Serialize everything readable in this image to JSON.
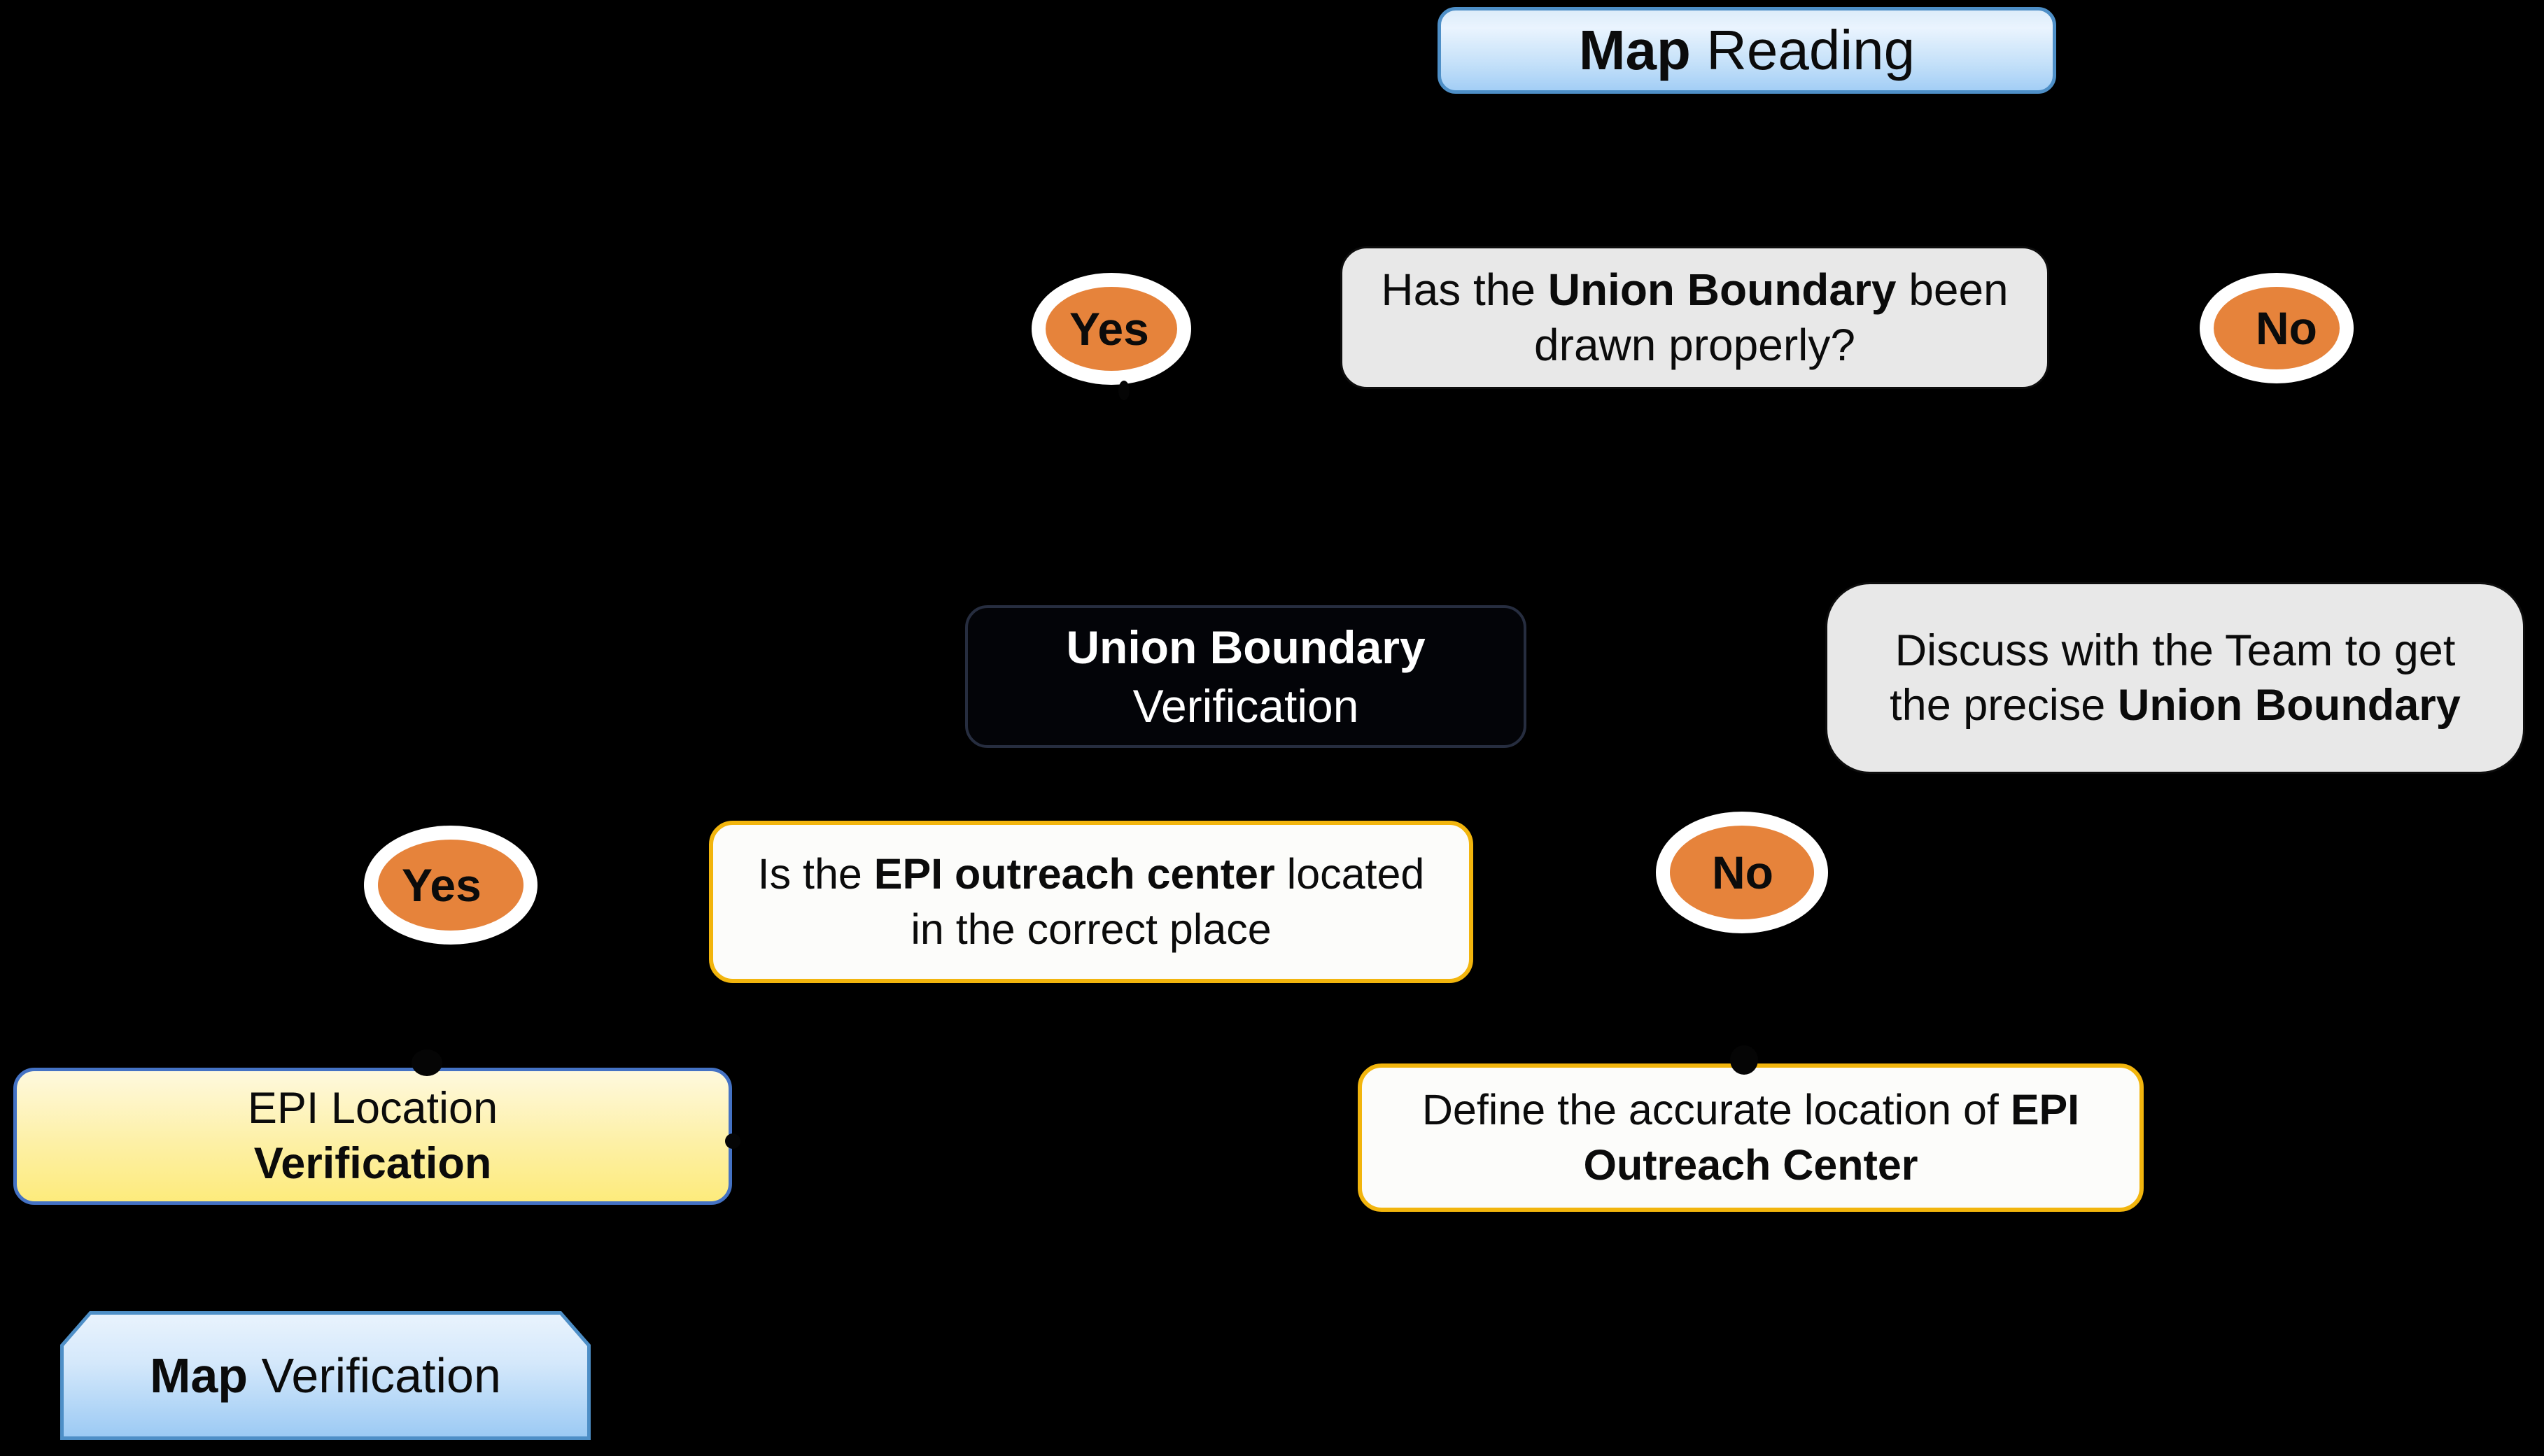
{
  "labels": {
    "yes": "Yes",
    "no": "No"
  },
  "colors": {
    "background": "#000000",
    "blue_box_border": "#4e8fc7",
    "blue_box_top": "#e9f3fd",
    "blue_box_bottom": "#a3cef6",
    "gray_fill": "#e8e8e8",
    "orange_badge": "#e6833b",
    "badge_ring": "#ffffff",
    "gold_border": "#f2b50d",
    "white_fill": "#fcfcfa",
    "yellow_top": "#fef9de",
    "yellow_bottom": "#fdeb7c",
    "yellow_box_border": "#4472c4",
    "dark_fill": "#030408",
    "dark_border": "#262d3f",
    "text_dark": "#0b0b0b",
    "text_light": "#ffffff"
  },
  "nodes": {
    "map_reading": {
      "text": [
        {
          "t": "Map",
          "b": true
        },
        {
          "t": " Reading"
        }
      ]
    },
    "union_boundary_question": {
      "line1": [
        {
          "t": "Has the "
        },
        {
          "t": "Union Boundary",
          "b": true
        },
        {
          "t": " been"
        }
      ],
      "line2": [
        {
          "t": "drawn properly?"
        }
      ]
    },
    "union_boundary_verification": {
      "line1": [
        {
          "t": "Union Boundary",
          "b": true
        }
      ],
      "line2": [
        {
          "t": "Verification"
        }
      ]
    },
    "discuss_with_team": {
      "line1": [
        {
          "t": "Discuss with the Team to get"
        }
      ],
      "line2": [
        {
          "t": "the precise "
        },
        {
          "t": "Union Boundary",
          "b": true
        }
      ]
    },
    "epi_outreach_question": {
      "line1": [
        {
          "t": "Is the "
        },
        {
          "t": "EPI outreach center",
          "b": true
        },
        {
          "t": " located"
        }
      ],
      "line2": [
        {
          "t": "in the correct place"
        }
      ]
    },
    "epi_location_verification": {
      "line1": [
        {
          "t": "EPI Location"
        }
      ],
      "line2": [
        {
          "t": "Verification",
          "b": true
        }
      ]
    },
    "define_epi_location": {
      "line1": [
        {
          "t": "Define the accurate location of "
        },
        {
          "t": "EPI",
          "b": true
        }
      ],
      "line2": [
        {
          "t": "Outreach Center",
          "b": true
        }
      ]
    },
    "map_verification": {
      "text": [
        {
          "t": "Map",
          "b": true
        },
        {
          "t": " Verification"
        }
      ]
    }
  }
}
